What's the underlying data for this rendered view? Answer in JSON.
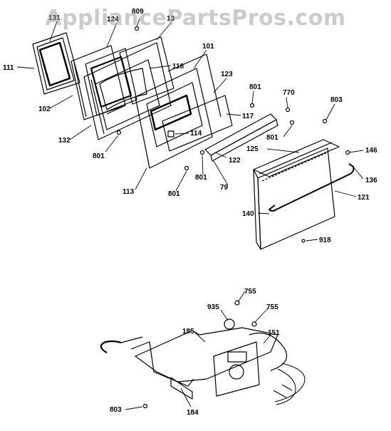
{
  "watermark": "AppliancePartsPros.com",
  "callouts": [
    {
      "id": "c131",
      "text": "131"
    },
    {
      "id": "c124",
      "text": "124"
    },
    {
      "id": "c809",
      "text": "809"
    },
    {
      "id": "c13",
      "text": "13"
    },
    {
      "id": "c111",
      "text": "111"
    },
    {
      "id": "c118",
      "text": "118"
    },
    {
      "id": "c101",
      "text": "101"
    },
    {
      "id": "c102",
      "text": "102"
    },
    {
      "id": "c123",
      "text": "123"
    },
    {
      "id": "c801a",
      "text": "801"
    },
    {
      "id": "c770",
      "text": "770"
    },
    {
      "id": "c803a",
      "text": "803"
    },
    {
      "id": "c117",
      "text": "117"
    },
    {
      "id": "c132",
      "text": "132"
    },
    {
      "id": "c114",
      "text": "114"
    },
    {
      "id": "c801b",
      "text": "801"
    },
    {
      "id": "c801c",
      "text": "801"
    },
    {
      "id": "c125",
      "text": "125"
    },
    {
      "id": "c146",
      "text": "146"
    },
    {
      "id": "c122",
      "text": "122"
    },
    {
      "id": "c136",
      "text": "136"
    },
    {
      "id": "c113",
      "text": "113"
    },
    {
      "id": "c801d",
      "text": "801"
    },
    {
      "id": "c801e",
      "text": "801"
    },
    {
      "id": "c79",
      "text": "79"
    },
    {
      "id": "c121",
      "text": "121"
    },
    {
      "id": "c140",
      "text": "140"
    },
    {
      "id": "c918",
      "text": "918"
    },
    {
      "id": "c755a",
      "text": "755"
    },
    {
      "id": "c935",
      "text": "935"
    },
    {
      "id": "c755b",
      "text": "755"
    },
    {
      "id": "c185",
      "text": "185"
    },
    {
      "id": "c151",
      "text": "151"
    },
    {
      "id": "c803b",
      "text": "803"
    },
    {
      "id": "c184",
      "text": "184"
    }
  ]
}
